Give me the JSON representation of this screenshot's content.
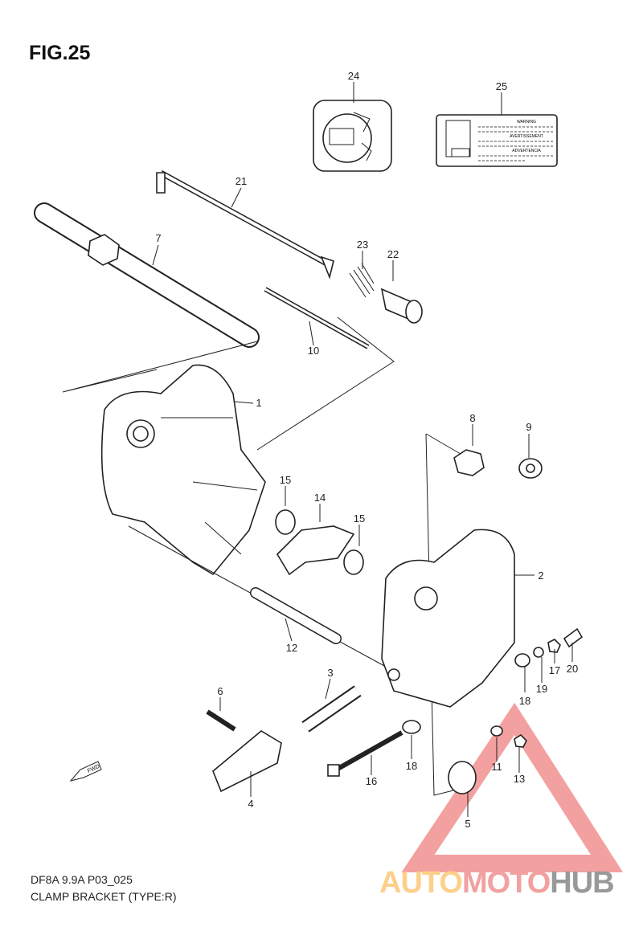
{
  "figure_title": "FIG.25",
  "caption": {
    "model_code": "DF8A 9.9A P03_025",
    "name": "CLAMP BRACKET (TYPE:R)"
  },
  "fwd_label": "FWD",
  "watermark": {
    "part1": "AUTO",
    "part2": "MOTO",
    "part3": "HUB",
    "colors": [
      "#fcd08a",
      "#f2a0a0",
      "#999999"
    ]
  },
  "label_card_text": [
    "WARNING",
    "AVERTISSEMENT",
    "ADVERTENCIA"
  ],
  "callouts": [
    "24",
    "25",
    "21",
    "7",
    "23",
    "22",
    "10",
    "1",
    "8",
    "9",
    "15",
    "14",
    "15",
    "2",
    "12",
    "3",
    "6",
    "18",
    "19",
    "17",
    "20",
    "18",
    "16",
    "11",
    "13",
    "4",
    "5"
  ]
}
